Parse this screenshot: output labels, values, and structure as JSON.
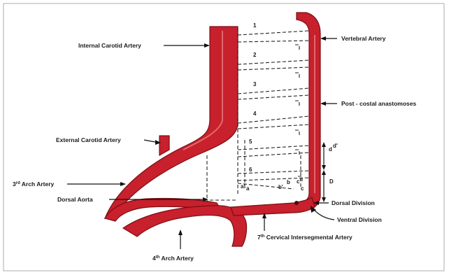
{
  "labels": {
    "internal_carotid": "Internal Carotid Artery",
    "external_carotid": "External Carotid Artery",
    "third_arch_pre": "3",
    "third_arch_sup": "rd",
    "third_arch_post": " Arch Artery",
    "dorsal_aorta": "Dorsal Aorta",
    "fourth_arch_pre": "4",
    "fourth_arch_sup": "th",
    "fourth_arch_post": " Arch Artery",
    "vertebral": "Vertebral Artery",
    "post_costal": "Post - costal anastomoses",
    "dorsal_division": "Dorsal Division",
    "ventral_division": "Ventral Division",
    "seventh_pre": "7",
    "seventh_sup": "th",
    "seventh_post": " Cervical Intersegmental Artery"
  },
  "segments": [
    "1",
    "2",
    "3",
    "4",
    "5",
    "6"
  ],
  "markers": {
    "a": "a",
    "b": "b",
    "c": "c",
    "a_prime": "a'",
    "b_prime": "b'",
    "c_prime": "c'",
    "d": "d",
    "d_prime": "d'",
    "D": "D"
  },
  "colors": {
    "vessel": "#c8202c",
    "vessel_outline": "#7a0f15",
    "line": "#111111"
  }
}
